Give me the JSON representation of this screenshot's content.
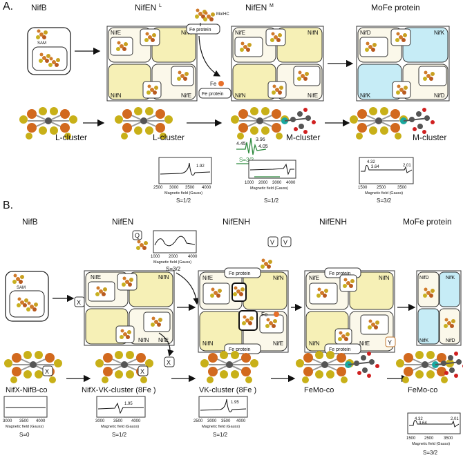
{
  "panelA": {
    "label": "A.",
    "headers": [
      "NifB",
      "NifEN",
      "NifEN",
      "MoFe protein"
    ],
    "header_sups": [
      "",
      "L",
      "M",
      ""
    ],
    "sam": "SAM",
    "mohc": "Mo/HC",
    "fe_protein": "Fe protein",
    "fe": "Fe",
    "subunits": {
      "nife": "NifE",
      "nifn": "NifN",
      "nifd": "NifD",
      "nifk": "NifK"
    },
    "clusters": [
      "L-cluster",
      "L-cluster",
      "M-cluster",
      "M-cluster"
    ],
    "epr1": {
      "peak": "1.92",
      "ticks": [
        "2500",
        "3000",
        "3500",
        "4000"
      ],
      "xlabel": "Magnetic field (Gauss)",
      "spin": "S=1/2"
    },
    "epr2": {
      "peaks": [
        "4.45",
        "3.96",
        "4.05"
      ],
      "spin32": "S=3/2",
      "ticks": [
        "1000",
        "2000",
        "3000",
        "4000"
      ],
      "xlabel": "Magnetic field (Gauss)",
      "spin": "S=1/2"
    },
    "epr3": {
      "peaks": [
        "4.32",
        "3.64",
        "2.01"
      ],
      "ticks": [
        "1500",
        "2500",
        "3500"
      ],
      "xlabel": "Magnetic field (Gauss)",
      "spin": "S=3/2"
    }
  },
  "panelB": {
    "label": "B.",
    "headers": [
      "NifB",
      "NifEN",
      "NifENH",
      "NifENH",
      "MoFe protein"
    ],
    "sam": "SAM",
    "x": "X",
    "q": "Q",
    "v": "V",
    "y": "Y",
    "fe_protein": "Fe protein",
    "fe": "Fe",
    "subunits": {
      "nife": "NifE",
      "nifn": "NifN",
      "nifd": "NifD",
      "nifk": "NifK"
    },
    "clusters": [
      "NifX-NifB-co",
      "NifX-VK-cluster (8Fe )",
      "VK-cluster (8Fe )",
      "FeMo-co",
      "FeMo-co"
    ],
    "eprQ": {
      "ticks": [
        "1000",
        "2000",
        "4000"
      ],
      "xlabel": "Magnetic field (Gauss)",
      "spin": "S=3/2"
    },
    "epr1": {
      "ticks": [
        "3000",
        "3500",
        "4000"
      ],
      "xlabel": "Magnetic field (Gauss)",
      "spin": "S=0"
    },
    "epr2": {
      "peak": "1.95",
      "ticks": [
        "3000",
        "3500",
        "4000"
      ],
      "xlabel": "Magnetic field (Gauss)",
      "spin": "S=1/2"
    },
    "epr3": {
      "peak": "1.95",
      "ticks": [
        "2500",
        "3000",
        "3500",
        "4000"
      ],
      "xlabel": "Magnetic field (Gauss)",
      "spin": "S=1/2"
    },
    "epr4": {
      "peaks": [
        "4.32",
        "3.64",
        "2.01"
      ],
      "ticks": [
        "1500",
        "2500",
        "3500"
      ],
      "xlabel": "Magnetic field (Gauss)",
      "spin": "S=3/2"
    }
  },
  "colors": {
    "yellow": "#f6f0b6",
    "blue": "#c6ecf6",
    "cream": "#fbf8ea",
    "green": "#2e8a3e",
    "orange": "#e8702a"
  }
}
